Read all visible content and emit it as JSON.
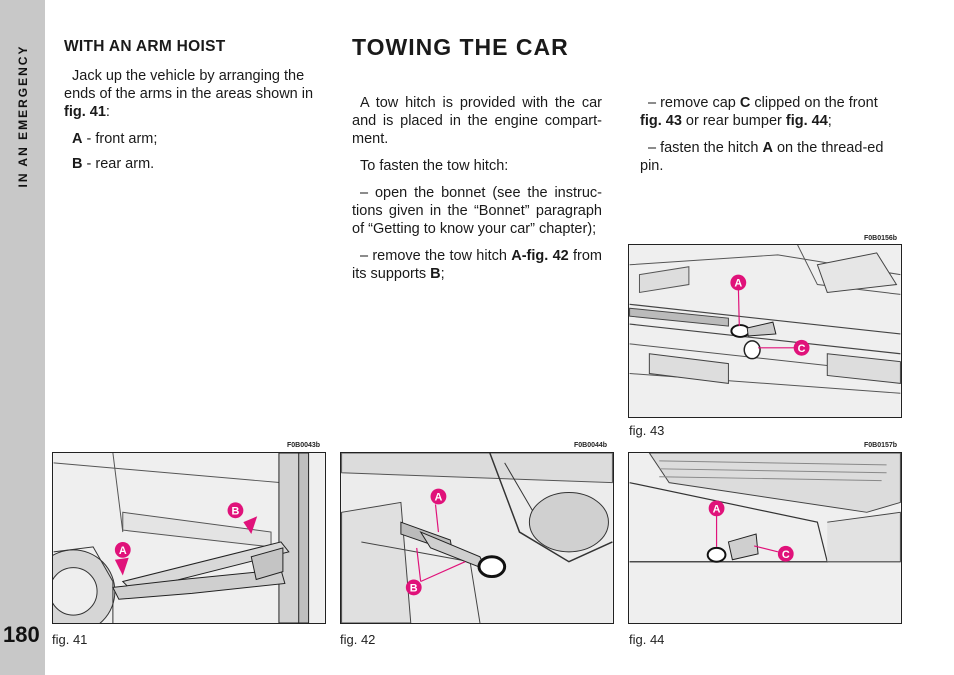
{
  "sidebar": {
    "section": "IN AN EMERGENCY",
    "page_number": "180"
  },
  "left": {
    "heading": "WITH AN ARM HOIST",
    "intro_a": "Jack up the vehicle by arranging the ends of the arms in the areas shown in ",
    "intro_ref": "fig. 41",
    "intro_b": ":",
    "item_a_key": "A",
    "item_a_text": " - front arm;",
    "item_b_key": "B",
    "item_b_text": " - rear arm."
  },
  "middle": {
    "title": "TOWING THE CAR",
    "p1": "A tow hitch is provided with the car and is placed in the engine compart-ment.",
    "p2": "To fasten the tow hitch:",
    "p3": "– open the bonnet (see the instruc-tions given in the “Bonnet” paragraph of “Getting to know your car” chapter);",
    "p4_a": "– remove the tow hitch ",
    "p4_ref": "A-fig. 42",
    "p4_b": " from its supports ",
    "p4_key": "B",
    "p4_c": ";"
  },
  "right": {
    "p1_a": "– remove cap ",
    "p1_key": "C",
    "p1_b": " clipped on the front ",
    "p1_ref1": "fig. 43",
    "p1_c": " or rear bumper ",
    "p1_ref2": "fig. 44",
    "p1_d": ";",
    "p2_a": "– fasten the hitch ",
    "p2_key": "A",
    "p2_b": " on the thread-ed pin."
  },
  "figures": {
    "fig41": {
      "code": "F0B0043b",
      "caption": "fig. 41",
      "callouts": [
        "A",
        "B"
      ]
    },
    "fig42": {
      "code": "F0B0044b",
      "caption": "fig. 42",
      "callouts": [
        "A",
        "B"
      ]
    },
    "fig43": {
      "code": "F0B0156b",
      "caption": "fig. 43",
      "callouts": [
        "A",
        "C"
      ]
    },
    "fig44": {
      "code": "F0B0157b",
      "caption": "fig. 44",
      "callouts": [
        "A",
        "C"
      ]
    }
  },
  "colors": {
    "callout": "#e0127a",
    "sidebar": "#c8c8c8"
  }
}
